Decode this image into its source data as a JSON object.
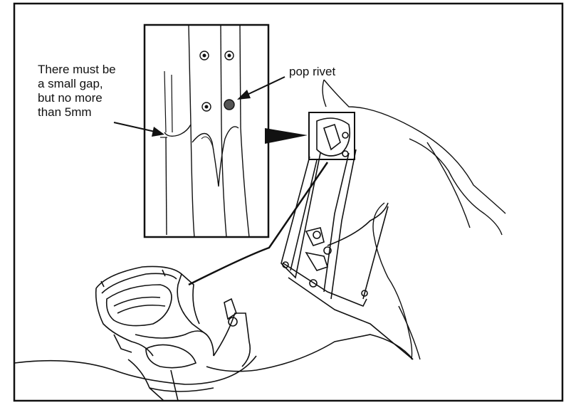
{
  "annotations": {
    "gap_note": {
      "lines": [
        "There must be",
        "a small gap,",
        "but no more",
        "than 5mm"
      ]
    },
    "pop_rivet": "pop rivet"
  },
  "colors": {
    "ink": "#111111",
    "paper": "#ffffff"
  }
}
